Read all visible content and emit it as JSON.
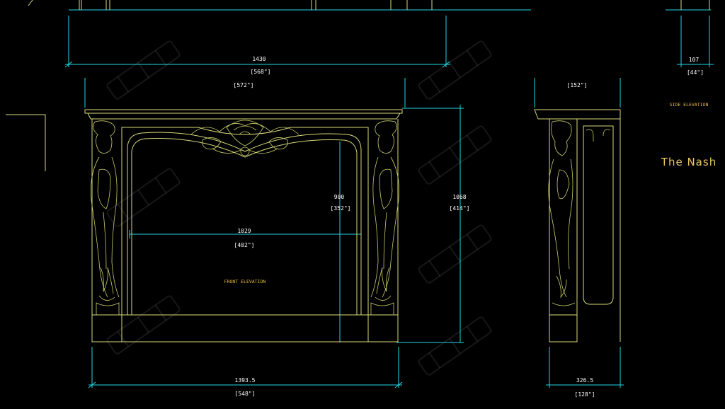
{
  "title": "The Nash",
  "front_label": "FRONT ELEVATION",
  "side_label": "SIDE ELEVATION",
  "dimensions": {
    "top_width_mm": "1430",
    "top_width_in": "[568\"]",
    "shelf_width_in": "[572\"]",
    "opening_width_mm": "1029",
    "opening_width_in": "[402\"]",
    "opening_height_mm": "900",
    "opening_height_in": "[352\"]",
    "overall_height_mm": "1068",
    "overall_height_in": "[414\"]",
    "base_width_mm": "1393.5",
    "base_width_in": "[548\"]",
    "side_top_in": "[152\"]",
    "side_width_mm": "326.5",
    "side_width_in": "[128\"]",
    "small_top_mm": "107",
    "small_top_in": "[44\"]"
  },
  "colors": {
    "dimension_lines": "#1fd6e6",
    "drawing_lines": "#d7d97a",
    "text": "#ffffff",
    "labels": "#e8b84a",
    "background": "#000000"
  }
}
